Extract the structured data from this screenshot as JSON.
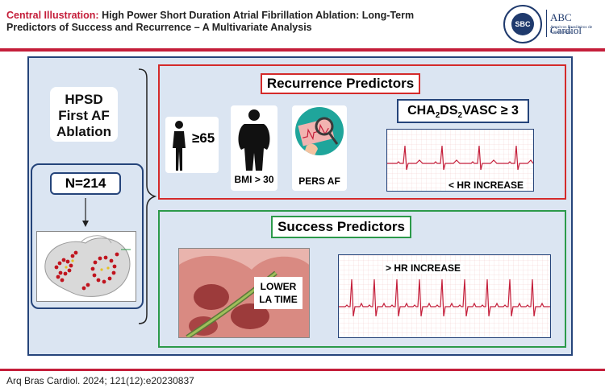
{
  "header": {
    "title_lead": "Central Illustration:",
    "title_rest": " High Power Short Duration Atrial Fibrillation Ablation: Long-Term Predictors of Success and Recurrence – A Multivariate Analysis"
  },
  "logo": {
    "seal_text": "SBC",
    "name": "ABC Cardiol",
    "subtitle": "Arquivos Brasileiros de Cardiologia"
  },
  "left": {
    "hpsd_lines": [
      "HPSD",
      "First AF",
      "Ablation"
    ],
    "n_label": "N=214"
  },
  "recurrence": {
    "title": "Recurrence Predictors",
    "age": "≥65",
    "bmi": "BMI > 30",
    "pers": "PERS AF",
    "cha_parts": [
      "CHA",
      "2",
      "DS",
      "2",
      "VASC ≥ 3"
    ],
    "hr_label": "< HR INCREASE"
  },
  "success": {
    "title": "Success Predictors",
    "la_lines": [
      "LOWER",
      "LA TIME"
    ],
    "hr_label": "> HR INCREASE"
  },
  "footer": {
    "citation": "Arq Bras Cardiol. 2024; 121(12):e20230837"
  },
  "colors": {
    "accent_red": "#c41e3a",
    "navy": "#25447a",
    "green": "#2c9a4a",
    "panel_bg": "#dbe5f2"
  },
  "icons": [
    "person-standing-icon",
    "obese-person-icon",
    "magnifier-ecg-icon"
  ]
}
